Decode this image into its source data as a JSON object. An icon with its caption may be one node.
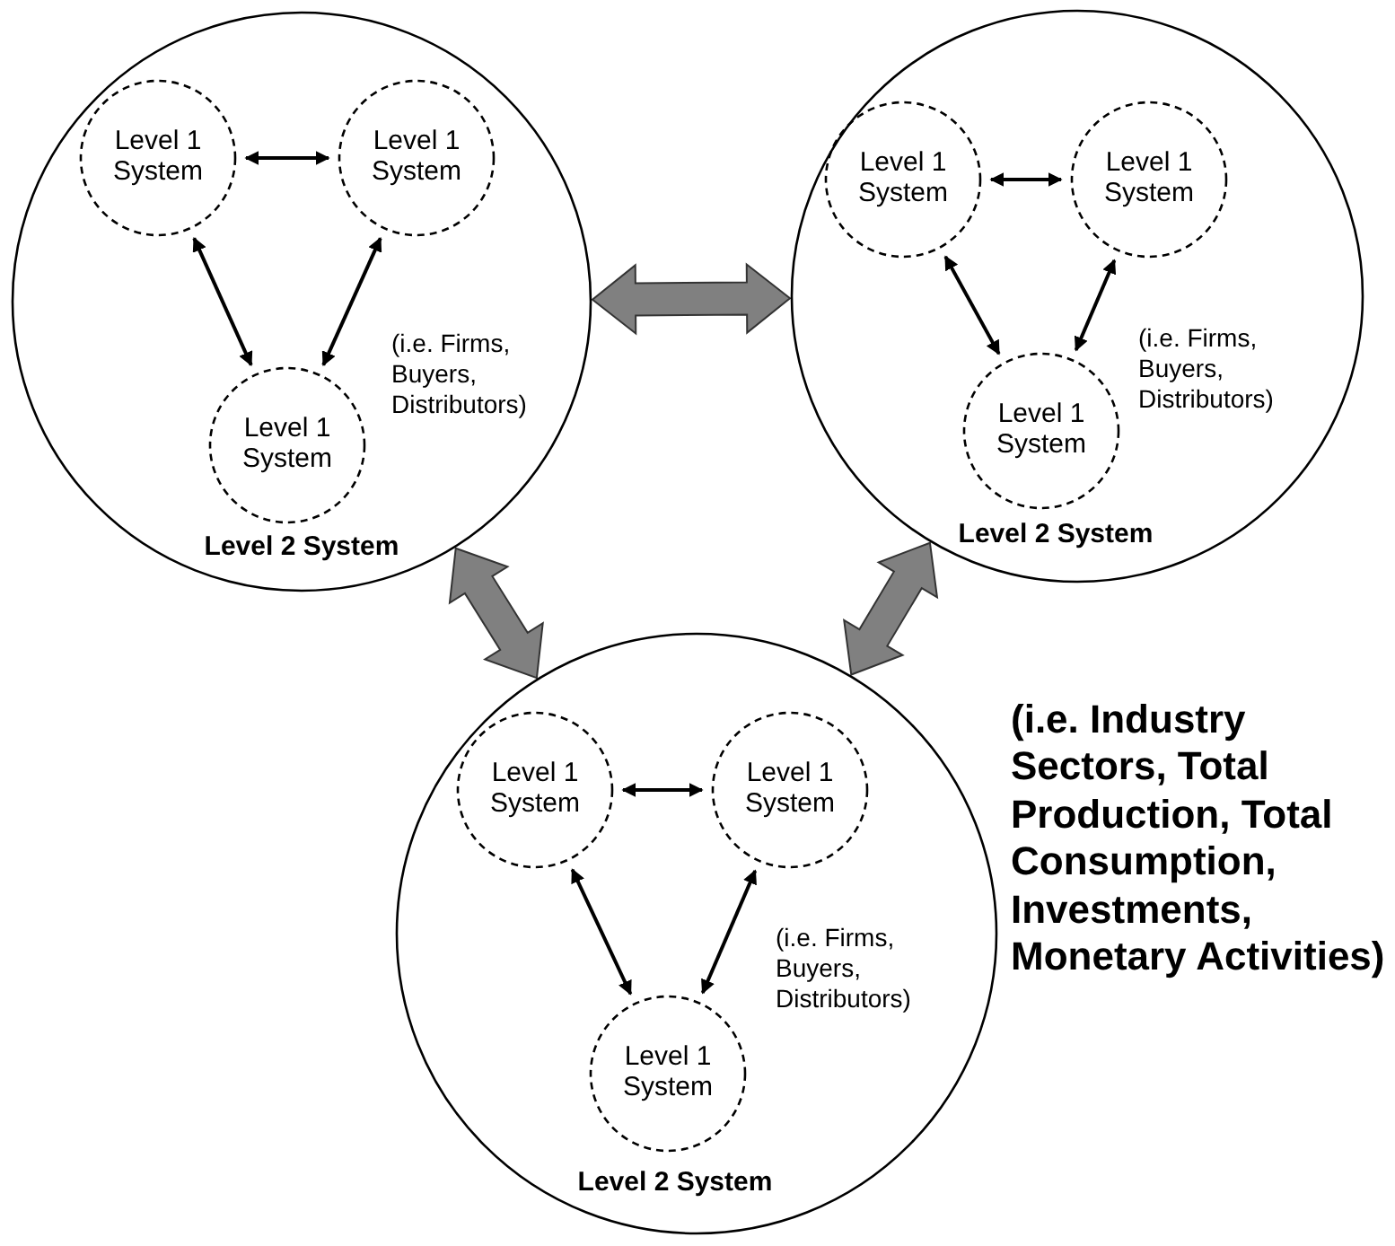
{
  "diagram": {
    "nodes": [
      {
        "text": [
          "Level 2 System"
        ]
      },
      {
        "text": [
          "Level 1 System"
        ],
        "in": 0
      },
      {
        "text": [
          "Level 1 System"
        ],
        "in": 0
      },
      {
        "text": [
          "Level 1 System"
        ],
        "in": 0
      },
      {
        "text": [
          "Level 2 System"
        ]
      },
      {
        "text": [
          "Level 1 System"
        ],
        "in": 4
      },
      {
        "text": [
          "Level 1 System"
        ],
        "in": 4
      },
      {
        "text": [
          "Level 1 System"
        ],
        "in": 4
      },
      {
        "text": [
          "Level 2 System"
        ]
      },
      {
        "text": [
          "Level 1 System"
        ],
        "in": 8
      },
      {
        "text": [
          "Level 1 System"
        ],
        "in": 8
      },
      {
        "text": [
          "Level 1 System"
        ],
        "in": 8
      }
    ],
    "edges": [
      {
        "from": 1,
        "to": 2,
        "arrow": "both"
      },
      {
        "from": 1,
        "to": 3,
        "arrow": "both"
      },
      {
        "from": 2,
        "to": 3,
        "arrow": "both"
      },
      {
        "from": 5,
        "to": 6,
        "arrow": "both"
      },
      {
        "from": 5,
        "to": 7,
        "arrow": "both"
      },
      {
        "from": 6,
        "to": 7,
        "arrow": "both"
      },
      {
        "from": 9,
        "to": 10,
        "arrow": "both"
      },
      {
        "from": 9,
        "to": 11,
        "arrow": "both"
      },
      {
        "from": 10,
        "to": 11,
        "arrow": "both"
      },
      {
        "from": 0,
        "to": 4,
        "arrow": "both",
        "style": "thick",
        "color": "#808080"
      },
      {
        "from": 0,
        "to": 8,
        "arrow": "both",
        "style": "thick",
        "color": "#808080"
      },
      {
        "from": 4,
        "to": 8,
        "arrow": "both",
        "style": "thick",
        "color": "#808080"
      }
    ],
    "labels": [
      "(i.e. Firms, Buyers, Distributors)",
      "(i.e. Firms, Buyers, Distributors)",
      "(i.e. Firms, Buyers, Distributors)",
      "(i.e. Industry Sectors, Total Production, Total Consumption, Investments, Monetary Activities)"
    ]
  }
}
